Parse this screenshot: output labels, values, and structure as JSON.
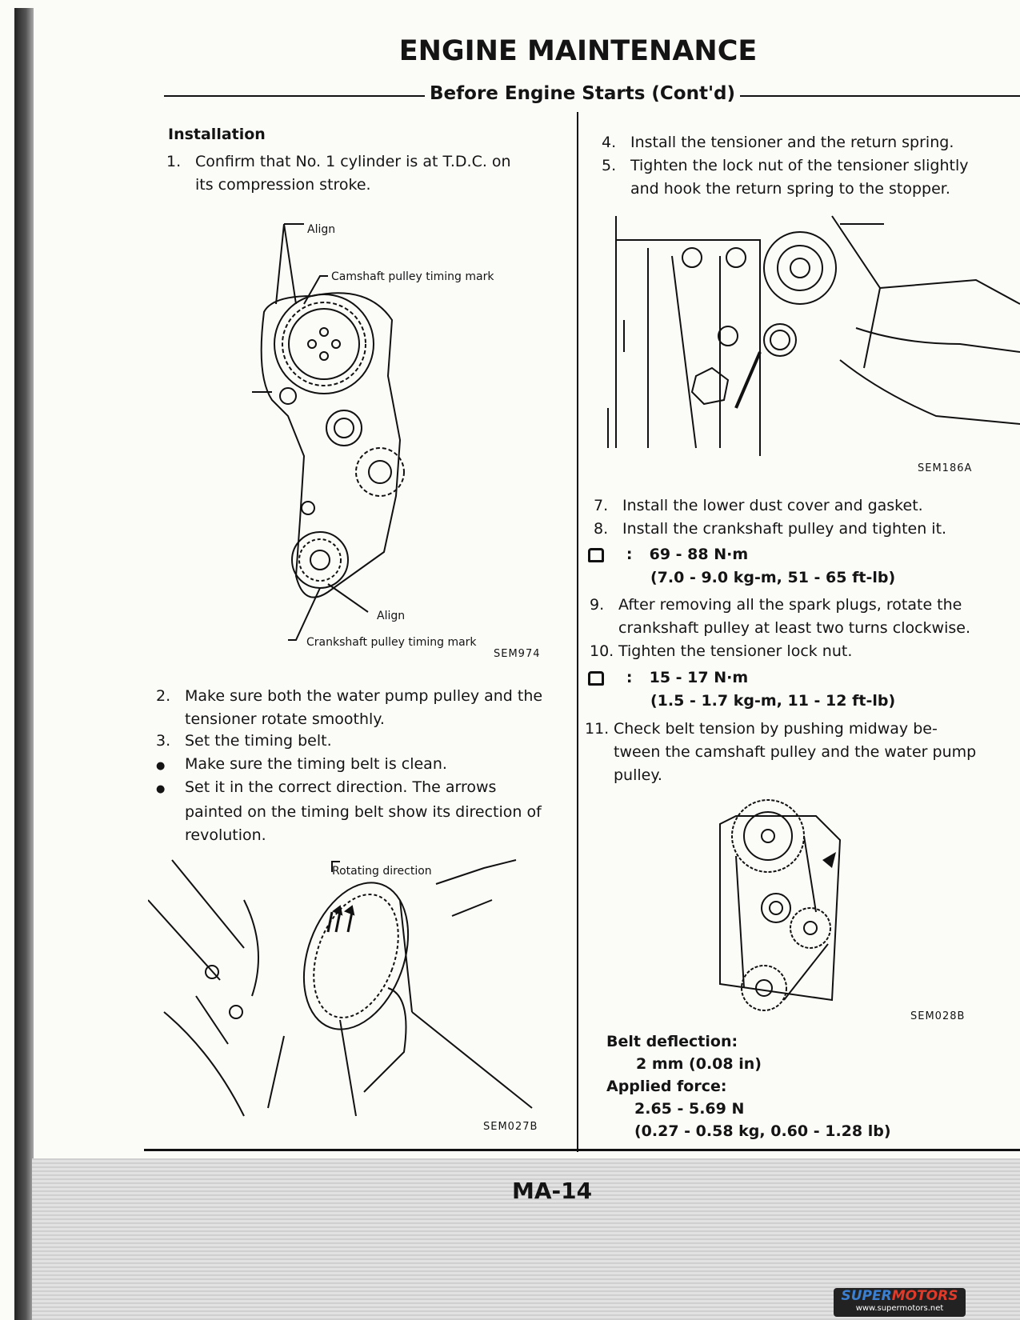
{
  "header": {
    "title": "ENGINE MAINTENANCE",
    "section": "Before Engine Starts (Cont'd)"
  },
  "left": {
    "heading": "Installation",
    "step1": {
      "num": "1.",
      "text1": "Confirm that No. 1 cylinder is at T.D.C. on",
      "text2": "its compression stroke."
    },
    "fig1": {
      "align_top": "Align",
      "cam_mark": "Camshaft pulley timing mark",
      "align_bottom": "Align",
      "crank_mark": "Crankshaft pulley timing mark",
      "code": "SEM974"
    },
    "step2": {
      "num": "2.",
      "text1": "Make sure both the water pump pulley and the",
      "text2": "tensioner rotate smoothly."
    },
    "step3": {
      "num": "3.",
      "text": "Set the timing belt."
    },
    "bullet1": "Make sure the timing belt is clean.",
    "bullet2": {
      "text1": "Set it in the correct direction. The arrows",
      "text2": "painted on the timing belt show its direction of",
      "text3": "revolution."
    },
    "bullet_symbol": "●",
    "fig2": {
      "label": "Rotating direction",
      "code": "SEM027B"
    }
  },
  "right": {
    "step4": {
      "num": "4.",
      "text": "Install the tensioner and the return spring."
    },
    "step5": {
      "num": "5.",
      "text1": "Tighten the lock nut of the tensioner slightly",
      "text2": "and hook the return spring to the stopper."
    },
    "fig3": {
      "code": "SEM186A"
    },
    "step7": {
      "num": "7.",
      "text": "Install the lower dust cover and gasket."
    },
    "step8": {
      "num": "8.",
      "text": "Install the crankshaft pulley and tighten it."
    },
    "torque1": {
      "colon": ":",
      "value": "69 - 88 N·m",
      "alt": "(7.0 - 9.0 kg-m, 51 - 65 ft-lb)"
    },
    "step9": {
      "num": "9.",
      "text1": "After removing all the spark plugs, rotate the",
      "text2": "crankshaft pulley at least two turns clockwise."
    },
    "step10": {
      "num": "10.",
      "text": "Tighten the tensioner lock nut."
    },
    "torque2": {
      "colon": ":",
      "value": "15 - 17 N·m",
      "alt": "(1.5 - 1.7 kg-m, 11 - 12 ft-lb)"
    },
    "step11": {
      "num": "11.",
      "text1": "Check belt tension by pushing midway be-",
      "text2": "tween the camshaft pulley and the water pump",
      "text3": "pulley."
    },
    "fig4": {
      "code": "SEM028B"
    },
    "spec": {
      "deflection_label": "Belt deflection:",
      "deflection_value": "2 mm (0.08 in)",
      "force_label": "Applied force:",
      "force_value": "2.65 - 5.69 N",
      "force_alt": "(0.27 - 0.58 kg, 0.60 - 1.28 lb)"
    }
  },
  "footer": {
    "page": "MA-14"
  },
  "watermark": {
    "brand_a": "SUPER",
    "brand_b": "MOTORS",
    "url": "www.supermotors.net"
  }
}
